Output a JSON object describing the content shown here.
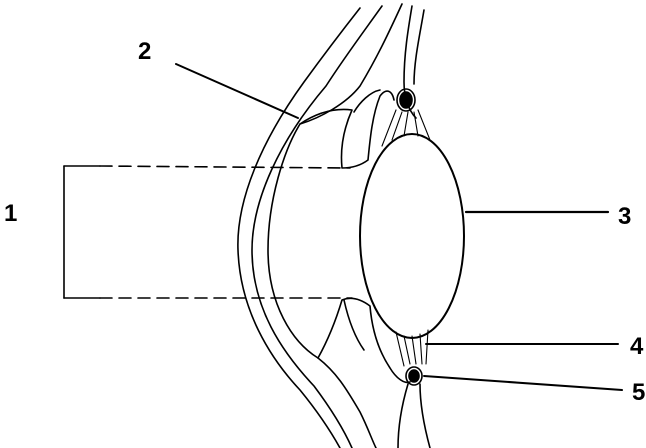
{
  "labels": [
    "1",
    "2",
    "3",
    "4",
    "5"
  ],
  "colors": {
    "ink": "#000000",
    "background": "#ffffff"
  }
}
